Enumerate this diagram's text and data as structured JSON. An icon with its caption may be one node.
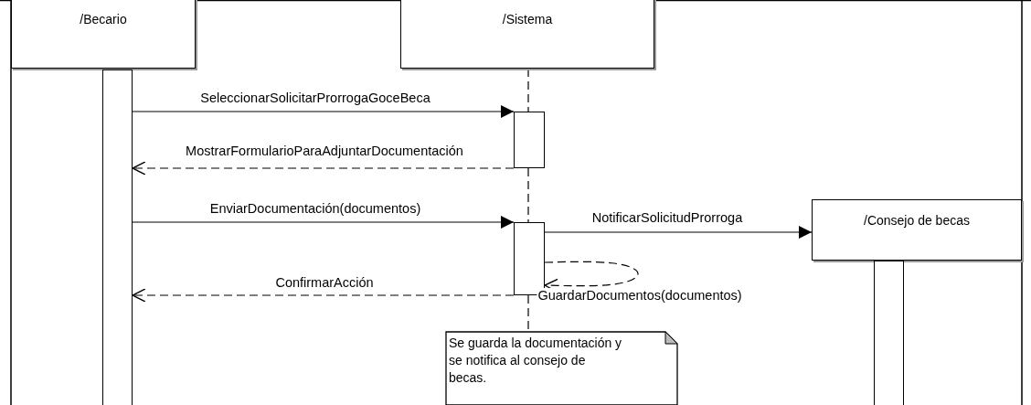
{
  "diagram": {
    "nodes": [
      {
        "text": [
          "/Becario"
        ]
      },
      {
        "text": [
          "/Sistema"
        ]
      },
      {
        "text": [
          "/Consejo de becas"
        ]
      },
      {
        "text": [],
        "shape": "bar"
      },
      {
        "text": [],
        "shape": "bar"
      },
      {
        "text": [],
        "shape": "bar"
      },
      {
        "text": [],
        "shape": "bar"
      },
      {
        "text": [
          "Se guarda la documentación y se notifica al consejo de becas."
        ]
      }
    ],
    "edges": [
      {
        "from": 3,
        "to": 4,
        "arrow": "to",
        "label": "SeleccionarSolicitarProrrogaGoceBeca"
      },
      {
        "from": 4,
        "to": 3,
        "arrow": "to",
        "label": "MostrarFormularioParaAdjuntarDocumentación",
        "style": "dashed"
      },
      {
        "from": 3,
        "to": 5,
        "arrow": "to",
        "label": "EnviarDocumentación(documentos)"
      },
      {
        "from": 5,
        "to": 2,
        "arrow": "to",
        "label": "NotificarSolicitudProrroga"
      },
      {
        "from": 5,
        "to": 5,
        "arrow": "to",
        "label": "GuardarDocumentos(documentos)",
        "style": "dashed"
      },
      {
        "from": 5,
        "to": 3,
        "arrow": "to",
        "label": "ConfirmarAcción",
        "style": "dashed"
      },
      {
        "from": 1,
        "to": 4,
        "arrow": "none",
        "style": "dashed"
      },
      {
        "from": 4,
        "to": 5,
        "arrow": "none",
        "style": "dashed"
      },
      {
        "from": 5,
        "to": 7,
        "arrow": "none",
        "style": "dashed"
      }
    ]
  }
}
